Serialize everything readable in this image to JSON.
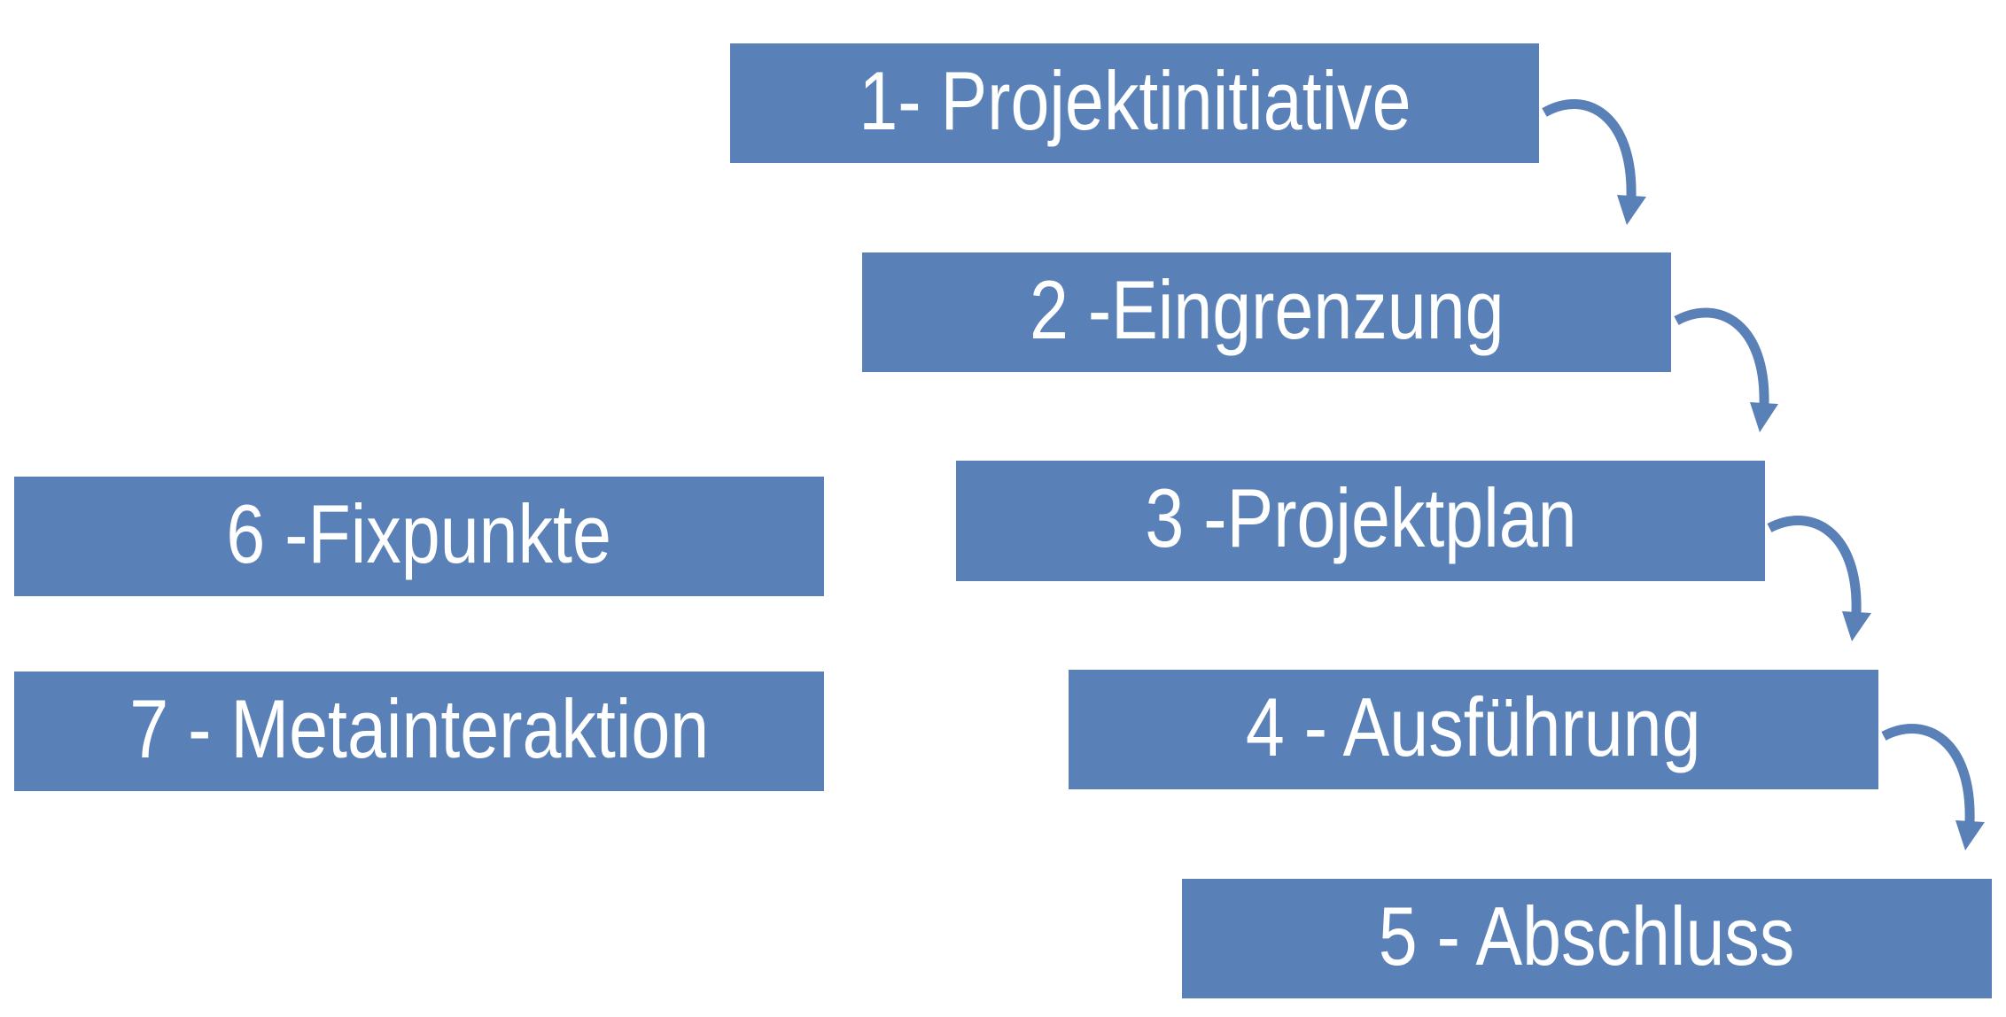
{
  "diagram": {
    "type": "process-flow",
    "colors": {
      "box_fill": "#5a80b8",
      "box_text": "#ffffff",
      "arrow": "#5a80b8",
      "background": "#ffffff"
    },
    "steps": [
      {
        "id": 1,
        "label": "1- Projektinitiative"
      },
      {
        "id": 2,
        "label": "2 -Eingrenzung"
      },
      {
        "id": 3,
        "label": "3 -Projektplan"
      },
      {
        "id": 4,
        "label": "4 - Ausführung"
      },
      {
        "id": 5,
        "label": "5 - Abschluss"
      }
    ],
    "side_items": [
      {
        "id": 6,
        "label": "6 -Fixpunkte"
      },
      {
        "id": 7,
        "label": "7 - Metainteraktion"
      }
    ],
    "connections": [
      {
        "from": 1,
        "to": 2,
        "icon": "curved-arrow-down-icon"
      },
      {
        "from": 2,
        "to": 3,
        "icon": "curved-arrow-down-icon"
      },
      {
        "from": 3,
        "to": 4,
        "icon": "curved-arrow-down-icon"
      },
      {
        "from": 4,
        "to": 5,
        "icon": "curved-arrow-down-icon"
      }
    ]
  }
}
